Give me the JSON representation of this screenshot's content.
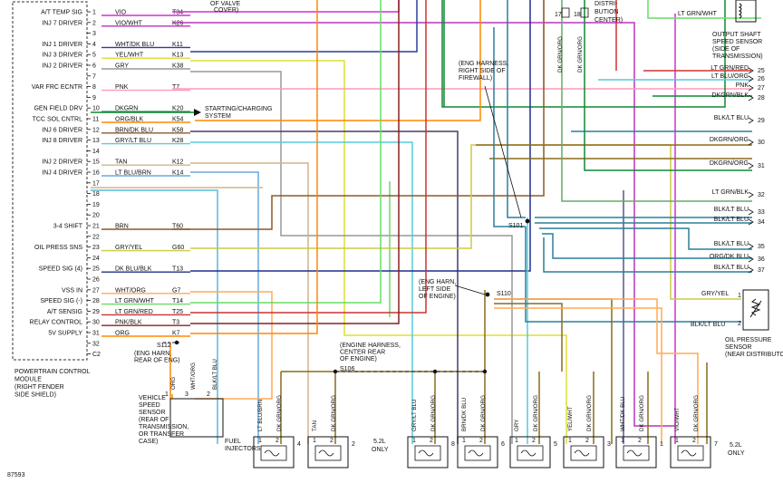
{
  "pcm": {
    "title_lines": [
      "POWERTRAIN CONTROL",
      "MODULE",
      "(RIGHT FENDER",
      "SIDE SHIELD)"
    ],
    "signals": [
      "A/T TEMP SIG",
      "INJ 7 DRIVER",
      "",
      "INJ 1 DRIVER",
      "INJ 3 DRIVER",
      "INJ 2 DRIVER",
      "",
      "VAR FRC ECNTR",
      "",
      "GEN FIELD DRV",
      "TCC SOL CNTRL",
      "INJ 6 DRIVER",
      "INJ 8 DRIVER",
      "",
      "INJ 2 DRIVER",
      "INJ 4 DRIVER",
      "",
      "",
      "",
      "",
      "3-4 SHIFT",
      "",
      "OIL PRESS SNS",
      "",
      "SPEED SIG (4)",
      "",
      "VSS IN",
      "SPEED SIG (-)",
      "A/T SENSIG",
      "RELAY CONTROL",
      "5V SUPPLY"
    ],
    "pins": [
      "1",
      "2",
      "3",
      "4",
      "5",
      "6",
      "7",
      "8",
      "9",
      "10",
      "11",
      "12",
      "13",
      "14",
      "15",
      "16",
      "17",
      "18",
      "19",
      "20",
      "21",
      "22",
      "23",
      "24",
      "25",
      "26",
      "27",
      "28",
      "29",
      "30",
      "31",
      "32",
      "C2"
    ],
    "wires": [
      {
        "color": "VIO",
        "code": "T34",
        "hex": "#cc33cc"
      },
      {
        "color": "VIO/WHT",
        "code": "K26",
        "hex": "#bb33bb"
      },
      {
        "color": "",
        "code": "",
        "hex": ""
      },
      {
        "color": "WHT/DK BLU",
        "code": "K11",
        "hex": "#2a3f99"
      },
      {
        "color": "YEL/WHT",
        "code": "K13",
        "hex": "#dddd33"
      },
      {
        "color": "GRY",
        "code": "K38",
        "hex": "#999999"
      },
      {
        "color": "",
        "code": "",
        "hex": ""
      },
      {
        "color": "PNK",
        "code": "T7",
        "hex": "#ff99bb"
      },
      {
        "color": "",
        "code": "",
        "hex": ""
      },
      {
        "color": "DKGRN",
        "code": "K20",
        "hex": "#118833"
      },
      {
        "color": "ORG/BLK",
        "code": "K54",
        "hex": "#ff8800"
      },
      {
        "color": "BRN/DK BLU",
        "code": "K58",
        "hex": "#8b5a2b"
      },
      {
        "color": "GRY/LT BLU",
        "code": "K28",
        "hex": "#55ccdd"
      },
      {
        "color": "",
        "code": "",
        "hex": ""
      },
      {
        "color": "TAN",
        "code": "K12",
        "hex": "#d2b48c"
      },
      {
        "color": "LT BLU/BRN",
        "code": "K14",
        "hex": "#66aadd"
      },
      {
        "color": "",
        "code": "",
        "hex": ""
      },
      {
        "color": "",
        "code": "",
        "hex": ""
      },
      {
        "color": "",
        "code": "",
        "hex": ""
      },
      {
        "color": "",
        "code": "",
        "hex": ""
      },
      {
        "color": "BRN",
        "code": "T60",
        "hex": "#8b5a2b"
      },
      {
        "color": "",
        "code": "",
        "hex": ""
      },
      {
        "color": "GRY/YEL",
        "code": "G60",
        "hex": "#cccc44"
      },
      {
        "color": "",
        "code": "",
        "hex": ""
      },
      {
        "color": "DK BLU/BLK",
        "code": "T13",
        "hex": "#1f2f88"
      },
      {
        "color": "",
        "code": "",
        "hex": ""
      },
      {
        "color": "WHT/ORG",
        "code": "G7",
        "hex": "#ffaa55"
      },
      {
        "color": "LT GRN/WHT",
        "code": "T14",
        "hex": "#66dd66"
      },
      {
        "color": "LT GRN/RED",
        "code": "T25",
        "hex": "#cc3333"
      },
      {
        "color": "PNK/BLK",
        "code": "T3",
        "hex": "#882222"
      },
      {
        "color": "ORG",
        "code": "K7",
        "hex": "#ff8800"
      },
      {
        "color": "",
        "code": "",
        "hex": ""
      },
      {
        "color": "",
        "code": "",
        "hex": ""
      }
    ]
  },
  "starting_charging": [
    "STARTING/CHARGING",
    "SYSTEM"
  ],
  "top_labels": {
    "cover": [
      "OF VALVE",
      "COVER)"
    ],
    "distributor": [
      "DISTRI-",
      "BUTION",
      "CENTER)"
    ],
    "dist_pins": [
      "17",
      "18"
    ],
    "dk_grn_org": "DK GRN/ORG"
  },
  "output_shaft": {
    "wire": "LT GRN/WHT",
    "label_lines": [
      "OUTPUT SHAFT",
      "SPEED SENSOR",
      "(SIDE OF",
      "TRANSMISSION)"
    ]
  },
  "right_pins": [
    {
      "pin": "25",
      "wire": "LT GRN/RED"
    },
    {
      "pin": "26",
      "wire": "LT BLU/ORG"
    },
    {
      "pin": "27",
      "wire": "PNK"
    },
    {
      "pin": "28",
      "wire": "DKGRN/BLK"
    },
    {
      "pin": "29",
      "wire": "BLK/LT BLU"
    },
    {
      "pin": "30",
      "wire": "DKGRN/ORG"
    },
    {
      "pin": "31",
      "wire": "DKGRN/ORG"
    },
    {
      "pin": "32",
      "wire": "LT GRN/BLK"
    },
    {
      "pin": "33",
      "wire": "BLK/LT BLU"
    },
    {
      "pin": "34",
      "wire": "BLK/LT BLU"
    },
    {
      "pin": "35",
      "wire": "BLK/LT BLU"
    },
    {
      "pin": "36",
      "wire": "ORG/DK BLU"
    },
    {
      "pin": "37",
      "wire": "BLK/LT BLU"
    }
  ],
  "splices": {
    "s101": "S101",
    "s101_note": [
      "(ENG HARNESS,",
      "RIGHT SIDE OF",
      "FIREWALL)"
    ],
    "s110": "S110",
    "s110_note": [
      "(ENG HARN,",
      "LEFT SIDE",
      "OF ENGINE)"
    ],
    "s106": "S106",
    "s106_note": [
      "(ENGINE HARNESS,",
      "CENTER REAR",
      "OF ENGINE)"
    ],
    "s112": "S112",
    "s112_note": [
      "(ENG HARN,",
      "REAR OF ENG)"
    ]
  },
  "oil_pressure": {
    "wires": [
      "GRY/YEL",
      "BLK/LT BLU"
    ],
    "pins": [
      "1",
      "2"
    ],
    "label_lines": [
      "OIL PRESSURE",
      "SENSOR",
      "(NEAR DISTRIBUTOR)"
    ]
  },
  "vss": {
    "pins": [
      "1",
      "3",
      "2"
    ],
    "wires": [
      "ORG",
      "WHT/ORG",
      "BLK/LT BLU"
    ],
    "label_lines": [
      "VEHICLE",
      "SPEED",
      "SENSOR",
      "(REAR OF",
      "TRANSMISSION,",
      "OR TRANSFER",
      "CASE)"
    ]
  },
  "injectors": {
    "label": [
      "FUEL",
      "INJECTORS"
    ],
    "only_left": [
      "5.2L",
      "ONLY"
    ],
    "only_right": [
      "5.2L",
      "ONLY"
    ],
    "items": [
      {
        "num": "4",
        "signal": "LT BLU/BRN",
        "supply": "DK GRN/ORG"
      },
      {
        "num": "2",
        "signal": "TAN",
        "supply": "DK GRN/ORG"
      },
      {
        "num": "8",
        "signal": "GRY/LT BLU",
        "supply": "DK GRN/ORG"
      },
      {
        "num": "6",
        "signal": "BRN/DK BLU",
        "supply": "DK GRN/ORG"
      },
      {
        "num": "5",
        "signal": "GRY",
        "supply": "DK GRN/ORG"
      },
      {
        "num": "3",
        "signal": "YEL/WHT",
        "supply": "DK GRN/ORG"
      },
      {
        "num": "1",
        "signal": "WHT/DK BLU",
        "supply": "DK GRN/ORG"
      },
      {
        "num": "7",
        "signal": "VIO/WHT",
        "supply": "DK GRN/ORG"
      }
    ]
  },
  "figure_id": "87593"
}
